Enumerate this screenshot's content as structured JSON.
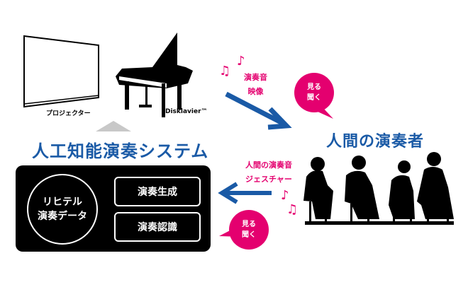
{
  "devices": {
    "projector_label": "プロジェクター",
    "piano_label": "Disklavier™"
  },
  "ai_system": {
    "title": "人工知能演奏システム",
    "data_circle": [
      "リヒテル",
      "演奏データ"
    ],
    "buttons": [
      "演奏生成",
      "演奏認識"
    ]
  },
  "to_human": {
    "lines": [
      "演奏音",
      "映像"
    ],
    "bubble": [
      "見る",
      "聞く"
    ]
  },
  "human": {
    "title": "人間の演奏者"
  },
  "to_system": {
    "lines": [
      "人間の演奏音",
      "ジェスチャー"
    ],
    "bubble": [
      "見る",
      "聞く"
    ]
  },
  "colors": {
    "blue": "#1a5aa6",
    "pink": "#e4006f"
  }
}
